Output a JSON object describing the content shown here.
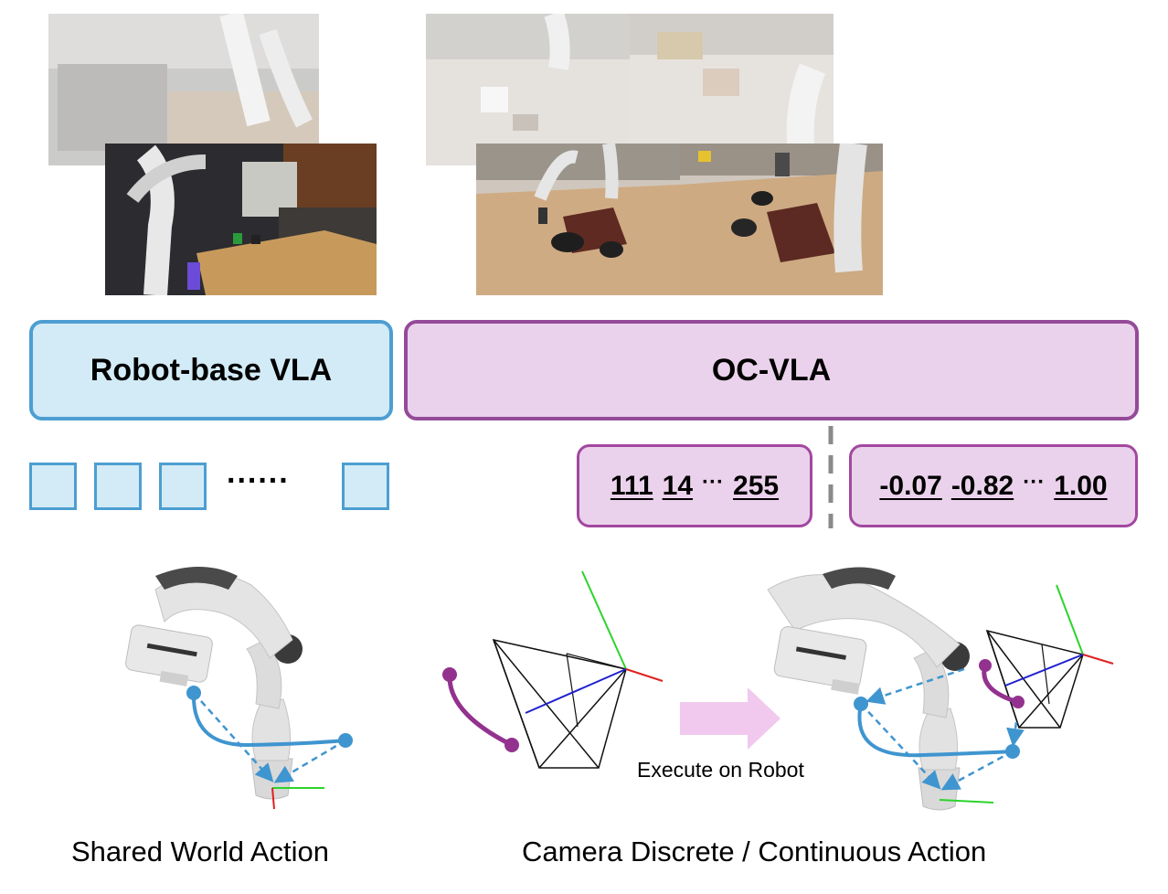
{
  "boxes": {
    "robot_base": "Robot-base VLA",
    "oc": "OC-VLA"
  },
  "tokens": {
    "ellipsis": "......"
  },
  "discrete_tokens": {
    "values": [
      "111",
      "14",
      "255"
    ],
    "ellipsis": "···"
  },
  "continuous_tokens": {
    "values": [
      "-0.07",
      "-0.82",
      "1.00"
    ],
    "ellipsis": "···"
  },
  "arrow_label": "Execute on Robot",
  "captions": {
    "left": "Shared World Action",
    "right": "Camera Discrete / Continuous Action"
  },
  "colors": {
    "blue_fill": "#d3ebf7",
    "blue_border": "#4d9ed1",
    "purple_fill": "#ebd2ec",
    "purple_border": "#944a99",
    "trajectory_blue": "#3f95cf",
    "trajectory_purple": "#93328e",
    "arrow_pink": "#f1c9ee"
  }
}
